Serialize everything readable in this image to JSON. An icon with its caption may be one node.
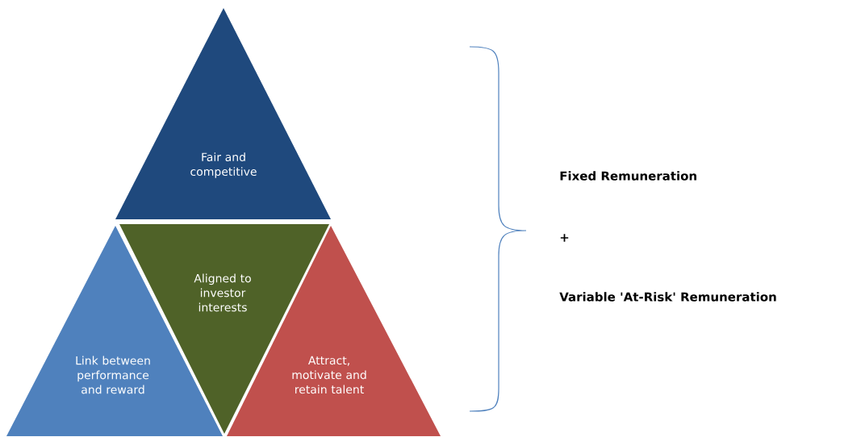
{
  "diagram": {
    "nodes": [
      {
        "text": [
          "Fair and competitive"
        ]
      },
      {
        "text": [
          "Link between performance and reward"
        ]
      },
      {
        "text": [
          "Aligned to investor interests"
        ]
      },
      {
        "text": [
          "Attract, motivate and retain talent"
        ]
      }
    ],
    "labels": [
      "Fixed Remuneration",
      "+",
      "Variable 'At-Risk' Remuneration"
    ]
  }
}
